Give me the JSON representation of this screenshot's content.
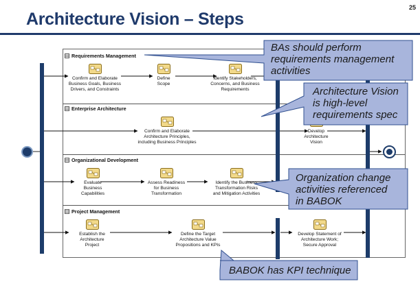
{
  "slide_number": "25",
  "title": "Architecture Vision – Steps",
  "lanes": [
    {
      "name": "Requirements Management"
    },
    {
      "name": "Enterprise Architecture"
    },
    {
      "name": "Organizational Development"
    },
    {
      "name": "Project Management"
    }
  ],
  "tasks": {
    "rm1": [
      "Confirm and Elaborate",
      "Business Goals, Business",
      "Drivers, and Constraints"
    ],
    "rm2": [
      "Define",
      "Scope"
    ],
    "rm3": [
      "Identify Stakeholders,",
      "Concerns, and Business",
      "Requirements"
    ],
    "ea1": [
      "Confirm and Elaborate",
      "Architecture Principles,",
      "including Business Principles"
    ],
    "ea2": [
      "Develop",
      "Architecture",
      "Vision"
    ],
    "od1": [
      "Evaluate",
      "Business",
      "Capabilities"
    ],
    "od2": [
      "Assess Readiness",
      "for Business",
      "Transformation"
    ],
    "od3": [
      "Identify the Business",
      "Transformation Risks",
      "and Mitigation Activities"
    ],
    "pm1": [
      "Establish the",
      "Architecture",
      "Project"
    ],
    "pm2": [
      "Define the Target",
      "Architecture Value",
      "Propositions and KPIs"
    ],
    "pm3": [
      "Develop Statement of",
      "Architecture Work;",
      "Secure Approval"
    ]
  },
  "callouts": {
    "c1": [
      "BAs should perform",
      "requirements management",
      "activities"
    ],
    "c2": [
      "Architecture Vision",
      "is high-level",
      "requirements spec"
    ],
    "c3": [
      "Organization change",
      "activities referenced",
      "in BABOK"
    ],
    "c4": [
      "BABOK has KPI technique"
    ]
  },
  "colors": {
    "title": "#1f3a6b",
    "bar": "#1d3c6a",
    "callout_fill": "#a8b5dc",
    "callout_stroke": "#2f4f8f"
  }
}
